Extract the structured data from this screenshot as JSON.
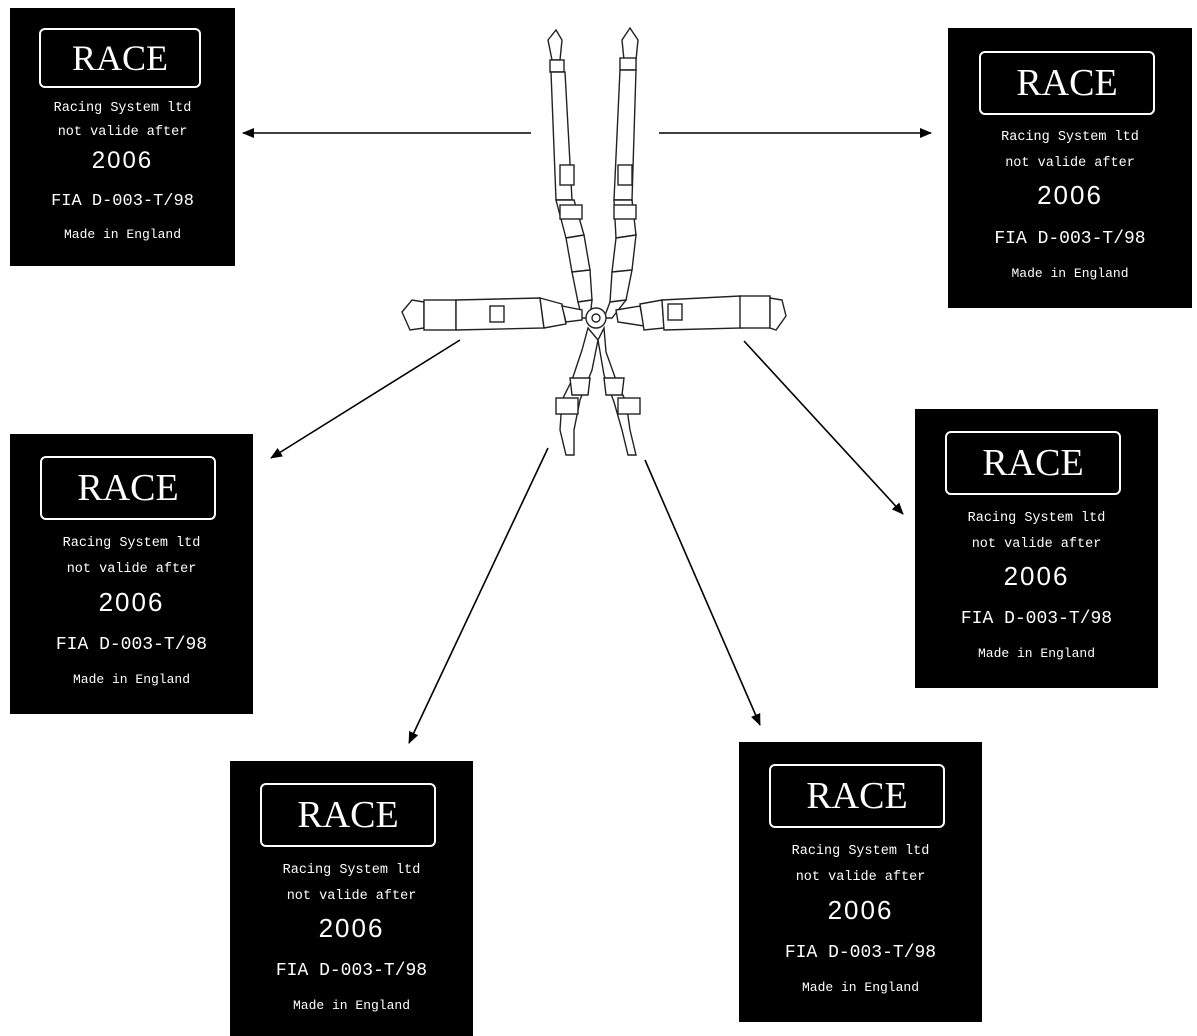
{
  "labels": [
    {
      "id": "top-left",
      "brand": "RACE",
      "maker": "Racing System ltd",
      "expiry_text": "not valide after",
      "year": "2006",
      "standard": "FIA D-003-T/98",
      "origin": "Made in England"
    },
    {
      "id": "top-right",
      "brand": "RACE",
      "maker": "Racing System ltd",
      "expiry_text": "not valide after",
      "year": "2006",
      "standard": "FIA D-003-T/98",
      "origin": "Made in England"
    },
    {
      "id": "middle-left",
      "brand": "RACE",
      "maker": "Racing System ltd",
      "expiry_text": "not valide after",
      "year": "2006",
      "standard": "FIA D-003-T/98",
      "origin": "Made in England"
    },
    {
      "id": "middle-right",
      "brand": "RACE",
      "maker": "Racing System ltd",
      "expiry_text": "not valide after",
      "year": "2006",
      "standard": "FIA D-003-T/98",
      "origin": "Made in England"
    },
    {
      "id": "bottom-left",
      "brand": "RACE",
      "maker": "Racing System ltd",
      "expiry_text": "not valide after",
      "year": "2006",
      "standard": "FIA D-003-T/98",
      "origin": "Made in England"
    },
    {
      "id": "bottom-right",
      "brand": "RACE",
      "maker": "Racing System ltd",
      "expiry_text": "not valide after",
      "year": "2006",
      "standard": "FIA D-003-T/98",
      "origin": "Made in England"
    }
  ],
  "colors": {
    "label_background": "#000000",
    "label_text": "#ffffff",
    "arrow": "#000000"
  },
  "illustration": "six-point-racing-harness"
}
